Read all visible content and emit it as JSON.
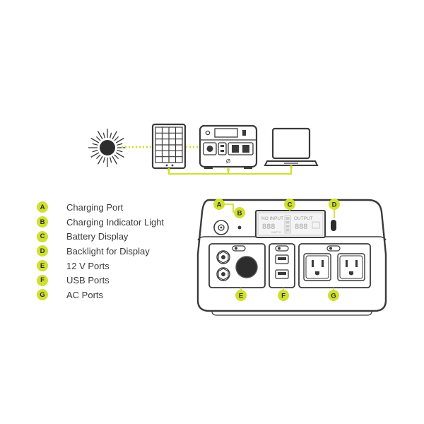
{
  "colors": {
    "accent": "#cfe032",
    "line": "#3a3a3a",
    "background": "#ffffff"
  },
  "devices": [
    {
      "name": "sun-icon"
    },
    {
      "name": "solar-panel-icon"
    },
    {
      "name": "power-station-icon"
    },
    {
      "name": "laptop-icon"
    }
  ],
  "legend": [
    {
      "letter": "A",
      "label": "Charging Port"
    },
    {
      "letter": "B",
      "label": "Charging Indicator Light"
    },
    {
      "letter": "C",
      "label": "Battery Display"
    },
    {
      "letter": "D",
      "label": "Backlight for Display"
    },
    {
      "letter": "E",
      "label": "12 V Ports"
    },
    {
      "letter": "F",
      "label": "USB Ports"
    },
    {
      "letter": "G",
      "label": "AC Ports"
    }
  ],
  "display": {
    "input_label": "NO INPUT",
    "input_unit": "WATTS",
    "output_label": "OUTPUT",
    "input_digits": "888",
    "output_digits": "888"
  },
  "callouts": {
    "a": "A",
    "b": "B",
    "c": "C",
    "d": "D",
    "e": "E",
    "f": "F",
    "g": "G"
  }
}
